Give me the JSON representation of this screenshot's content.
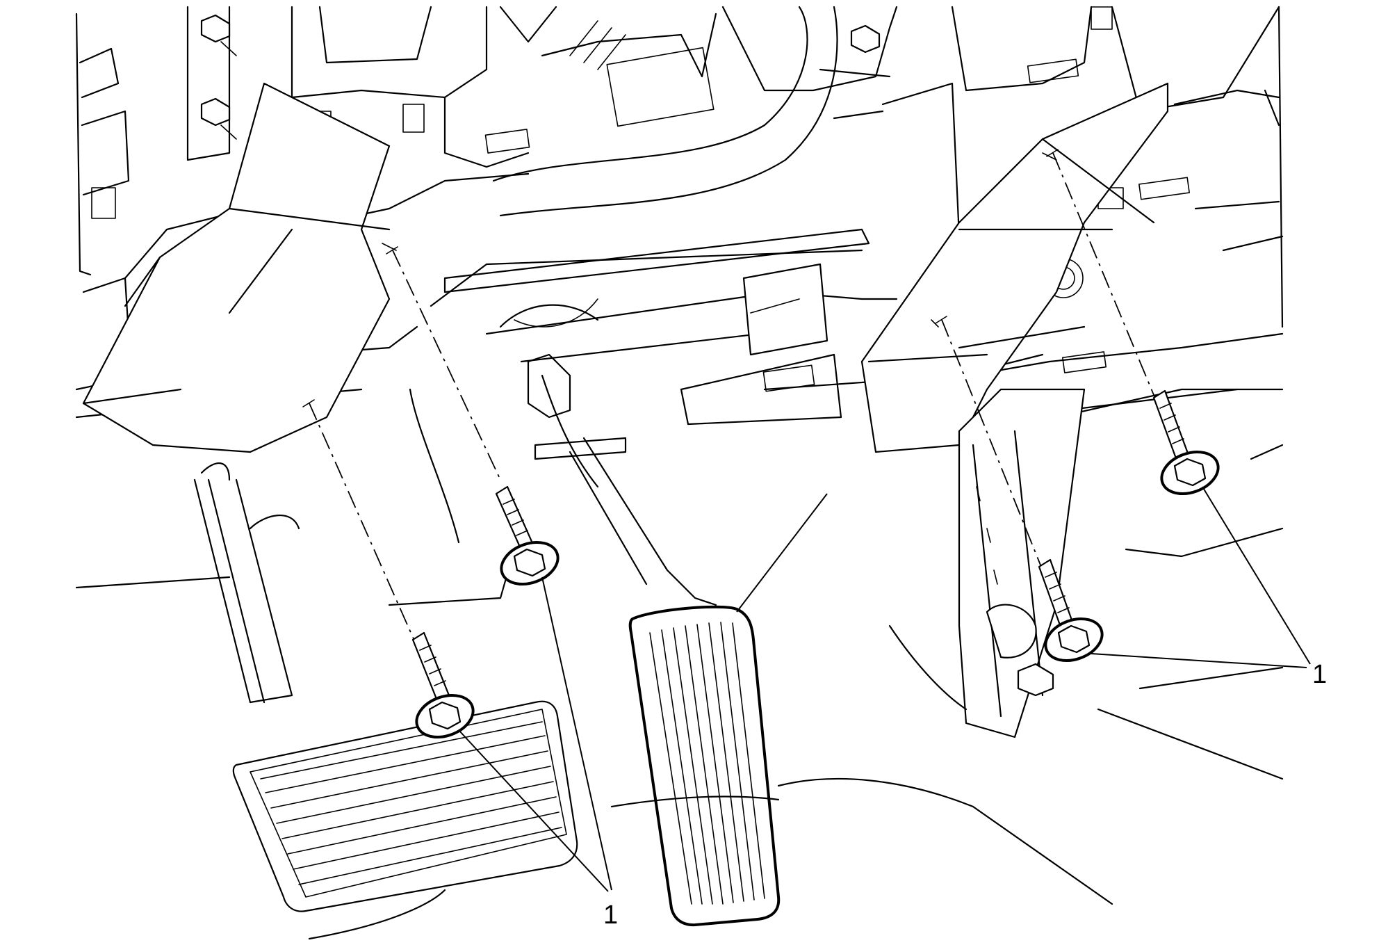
{
  "diagram": {
    "callouts": [
      {
        "id": "bolts-left",
        "text": "1"
      },
      {
        "id": "bolts-right",
        "text": "1"
      }
    ],
    "parts": [
      "brake-pedal",
      "accelerator-pedal",
      "pedal-bracket-left",
      "pedal-bracket-right",
      "mounting-bolt"
    ],
    "colors": {
      "line": "#000000",
      "background": "#ffffff"
    }
  }
}
